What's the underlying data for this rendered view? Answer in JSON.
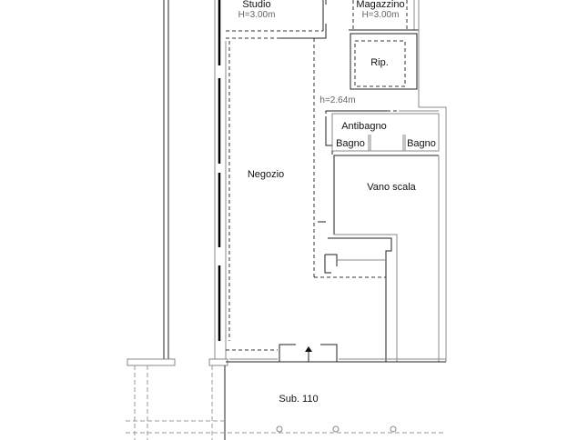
{
  "rooms": {
    "studio": {
      "label": "Studio",
      "height": "H=3.00m"
    },
    "magazzino": {
      "label": "Magazzino",
      "height": "H=3.00m"
    },
    "ripostiglio": {
      "label": "Rip."
    },
    "negozio": {
      "label": "Negozio",
      "height": "h=2.64m"
    },
    "antibagno": {
      "label": "Antibagno"
    },
    "bagno_left": {
      "label": "Bagno"
    },
    "bagno_right": {
      "label": "Bagno"
    },
    "vano_scala": {
      "label": "Vano scala"
    }
  },
  "outside": {
    "label": "Sub. 110"
  }
}
